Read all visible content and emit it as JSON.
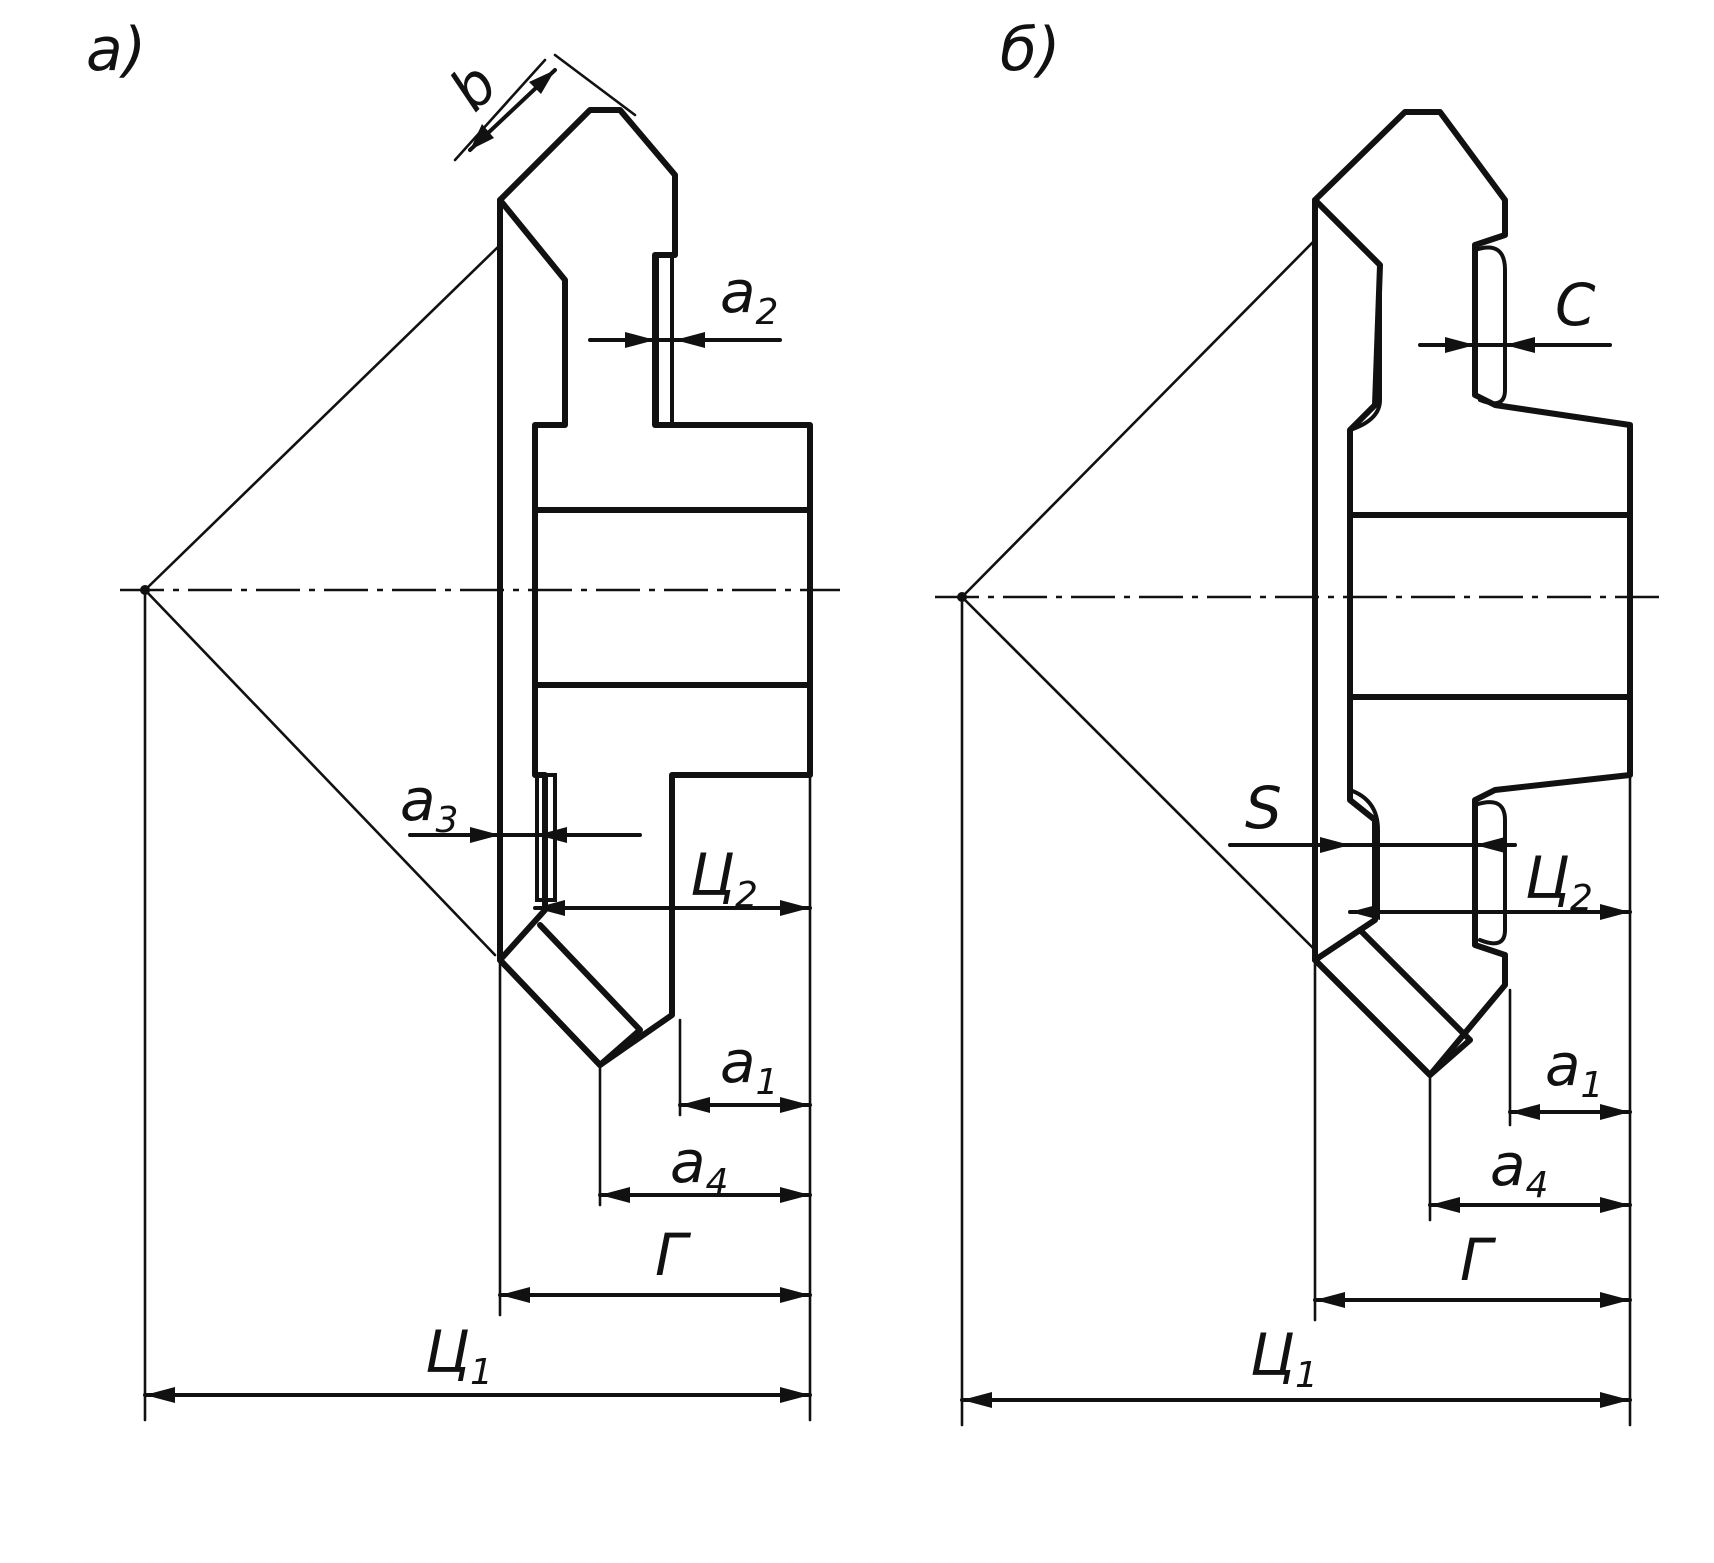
{
  "panels": [
    {
      "id": "a",
      "label": "а)",
      "dims": {
        "b": "b",
        "a2": {
          "base": "a",
          "sub": "2"
        },
        "a3": {
          "base": "a",
          "sub": "3"
        },
        "c2": {
          "base": "Ц",
          "sub": "2"
        },
        "a1": {
          "base": "a",
          "sub": "1"
        },
        "a4": {
          "base": "a",
          "sub": "4"
        },
        "G": "Г",
        "c1": {
          "base": "Ц",
          "sub": "1"
        }
      }
    },
    {
      "id": "b",
      "label": "б)",
      "dims": {
        "C": "C",
        "S": "S",
        "c2": {
          "base": "Ц",
          "sub": "2"
        },
        "a1": {
          "base": "a",
          "sub": "1"
        },
        "a4": {
          "base": "a",
          "sub": "4"
        },
        "G": "Г",
        "c1": {
          "base": "Ц",
          "sub": "1"
        }
      }
    }
  ]
}
